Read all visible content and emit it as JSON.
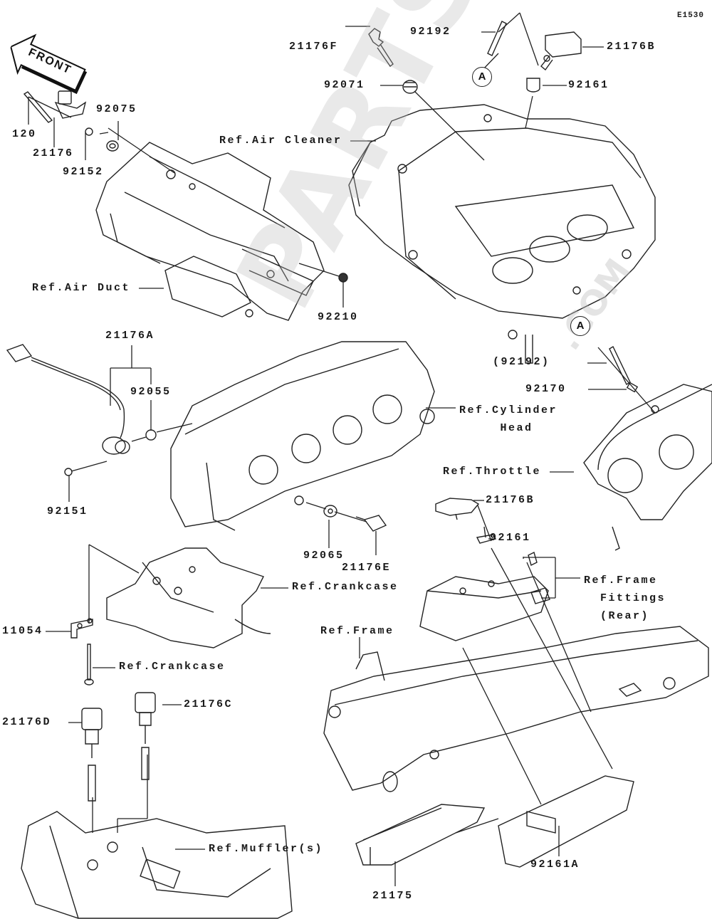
{
  "diagram": {
    "code": "E1530",
    "front_label": "FRONT",
    "watermark": "PARTSS",
    "watermark_suffix": ".COM",
    "callout_ref": "A",
    "parts": [
      {
        "id": "p120",
        "label": "120"
      },
      {
        "id": "p21176",
        "label": "21176"
      },
      {
        "id": "p92152",
        "label": "92152"
      },
      {
        "id": "p92075",
        "label": "92075"
      },
      {
        "id": "p21176F",
        "label": "21176F"
      },
      {
        "id": "p92071",
        "label": "92071"
      },
      {
        "id": "p92192",
        "label": "92192"
      },
      {
        "id": "p21176B_top",
        "label": "21176B"
      },
      {
        "id": "p92161_top",
        "label": "92161"
      },
      {
        "id": "p92210",
        "label": "92210"
      },
      {
        "id": "p21176A",
        "label": "21176A"
      },
      {
        "id": "p92055",
        "label": "92055"
      },
      {
        "id": "p92151",
        "label": "92151"
      },
      {
        "id": "p92192_paren",
        "label": "(92192)"
      },
      {
        "id": "p92170",
        "label": "92170"
      },
      {
        "id": "p21176B_mid",
        "label": "21176B"
      },
      {
        "id": "p92161_mid",
        "label": "92161"
      },
      {
        "id": "p92065",
        "label": "92065"
      },
      {
        "id": "p21176E",
        "label": "21176E"
      },
      {
        "id": "p11054",
        "label": "11054"
      },
      {
        "id": "p21176D",
        "label": "21176D"
      },
      {
        "id": "p21176C",
        "label": "21176C"
      },
      {
        "id": "p21175",
        "label": "21175"
      },
      {
        "id": "p92161A",
        "label": "92161A"
      }
    ],
    "references": [
      {
        "id": "air_cleaner",
        "label": "Ref.Air Cleaner"
      },
      {
        "id": "air_duct",
        "label": "Ref.Air Duct"
      },
      {
        "id": "cylinder_head",
        "label": "Ref.Cylinder\n     Head"
      },
      {
        "id": "throttle",
        "label": "Ref.Throttle"
      },
      {
        "id": "crankcase_1",
        "label": "Ref.Crankcase"
      },
      {
        "id": "crankcase_2",
        "label": "Ref.Crankcase"
      },
      {
        "id": "frame_fittings",
        "label": "Ref.Frame\n  Fittings\n  (Rear)"
      },
      {
        "id": "frame",
        "label": "Ref.Frame"
      },
      {
        "id": "mufflers",
        "label": "Ref.Muffler(s)"
      }
    ]
  }
}
